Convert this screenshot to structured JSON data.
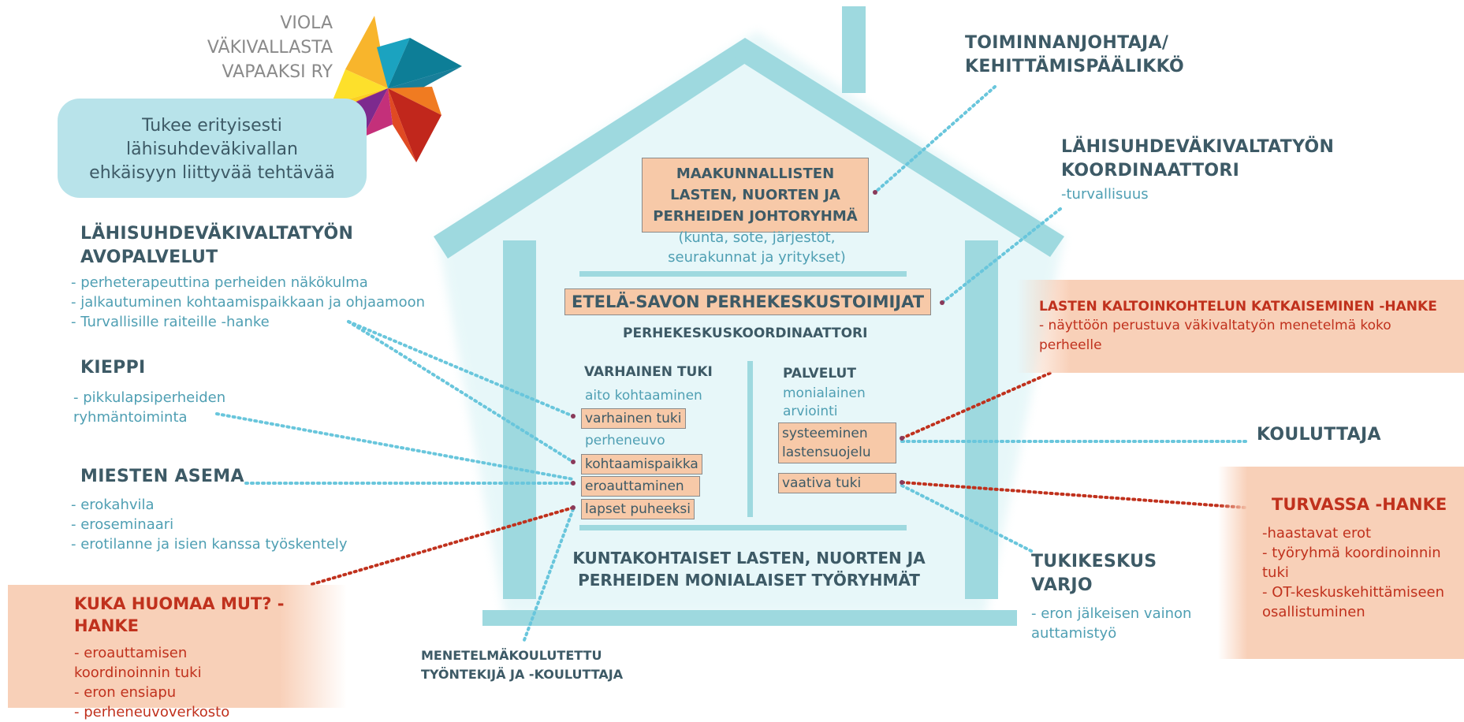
{
  "logo": {
    "line1": "VIOLA",
    "line2": "VÄKIVALLASTA",
    "line3": "VAPAAKSI RY"
  },
  "legend_bubble": {
    "text": "Tukee erityisesti lähisuhdeväkivallan ehkäisyyn liittyvää tehtävää"
  },
  "colors": {
    "teal_house": "#9ed9df",
    "teal_text": "#4f9fb3",
    "dark_text": "#3d5a66",
    "red_text": "#c0311d",
    "box_fill": "#f7c9a8",
    "bubble": "#b8e3ea",
    "peach": "#f8cdb4"
  },
  "house": {
    "top_box": "MAAKUNNALLISTEN LASTEN, NUORTEN JA PERHEIDEN JOHTORYHMÄ",
    "top_sub": "(kunta, sote, järjestöt, seurakunnat ja yritykset)",
    "mid_box": "ETELÄ-SAVON PERHEKESKUSTOIMIJAT",
    "coordinator": "PERHEKESKUSKOORDINAATTORI",
    "left_col": {
      "title": "VARHAINEN TUKI",
      "sub1": "aito kohtaaminen",
      "box1": "varhainen tuki",
      "sub2": "perheneuvo",
      "box2": "kohtaamispaikka",
      "box3": "eroauttaminen",
      "box4": "lapset puheeksi"
    },
    "right_col": {
      "title": "PALVELUT",
      "sub1": "monialainen arviointi",
      "box1": "systeeminen lastensuojelu",
      "box2": "vaativa tuki"
    },
    "bottom": "KUNTAKOHTAISET LASTEN, NUORTEN JA PERHEIDEN MONIALAISET TYÖRYHMÄT"
  },
  "left": {
    "avopalvelut": {
      "title": "LÄHISUHDEVÄKIVALTATYÖN AVOPALVELUT",
      "items": [
        "- perheterapeuttina perheiden näkökulma",
        "- jalkautuminen kohtaamispaikkaan ja ohjaamoon",
        "- Turvallisille raiteille -hanke"
      ]
    },
    "kieppi": {
      "title": "KIEPPI",
      "items": [
        "- pikkulapsiperheiden ryhmäntoiminta"
      ]
    },
    "miesten": {
      "title": "MIESTEN ASEMA",
      "items": [
        "-  erokahvila",
        "-  eroseminaari",
        "-  erotilanne ja isien kanssa työskentely"
      ]
    },
    "kuka": {
      "title": "KUKA HUOMAA MUT? -HANKE",
      "items": [
        "- eroauttamisen koordinoinnin tuki",
        "- eron ensiapu",
        "- perheneuvoverkosto"
      ]
    },
    "menetelma": {
      "title": "MENETELMÄKOULUTETTU TYÖNTEKIJÄ JA -KOULUTTAJA"
    }
  },
  "right": {
    "toiminnanjohtaja": {
      "title": "TOIMINNANJOHTAJA/ KEHITTÄMISPÄÄLIKKÖ"
    },
    "koordinaattori": {
      "title": "LÄHISUHDEVÄKIVALTATYÖN KOORDINAATTORI",
      "sub": "-turvallisuus"
    },
    "lasten": {
      "title": "LASTEN KALTOINKOHTELUN KATKAISEMINEN  -HANKE",
      "text": "-  näyttöön perustuva väkivaltatyön menetelmä koko perheelle"
    },
    "kouluttaja": {
      "title": "KOULUTTAJA"
    },
    "turvassa": {
      "title": "TURVASSA -HANKE",
      "items": [
        "-haastavat erot",
        "- työryhmä koordinoinnin tuki",
        "- OT-keskuskehittämiseen osallistuminen"
      ]
    },
    "varjo": {
      "title": "TUKIKESKUS VARJO",
      "text": "-  eron jälkeisen vainon auttamistyö"
    }
  }
}
